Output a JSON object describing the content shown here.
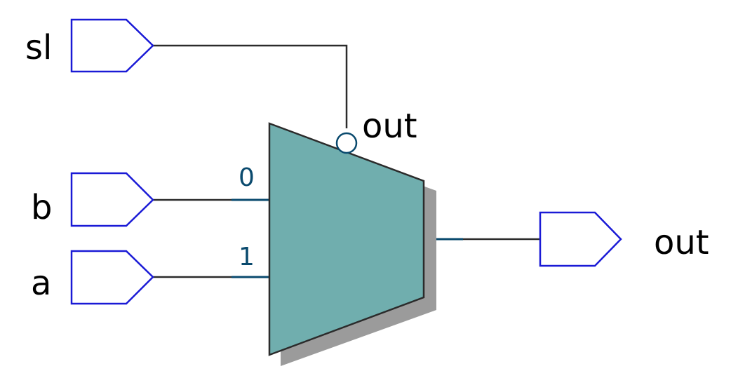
{
  "ports": {
    "inputs": [
      {
        "id": "sl",
        "label": "sl"
      },
      {
        "id": "b",
        "label": "b"
      },
      {
        "id": "a",
        "label": "a"
      }
    ],
    "outputs": [
      {
        "id": "out",
        "label": "out"
      }
    ]
  },
  "mux": {
    "select_pin_label": "out",
    "input_pins": [
      "0",
      "1"
    ]
  },
  "colors": {
    "port_outline": "#1a1ad6",
    "mux_fill": "#70aeae",
    "wire": "#2b2b2b",
    "pin_stub": "#0a4a6e",
    "shadow": "#9b9b9b"
  }
}
